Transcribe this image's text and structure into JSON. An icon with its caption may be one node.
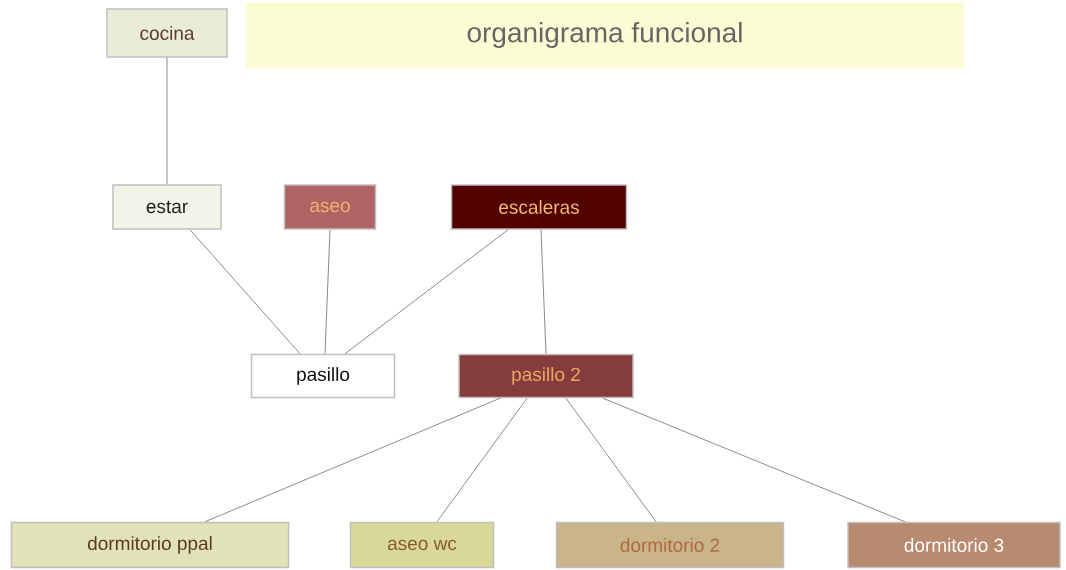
{
  "diagram": {
    "title": "organigrama funcional",
    "nodes": [
      {
        "text": [
          "cocina"
        ]
      },
      {
        "text": [
          "estar"
        ]
      },
      {
        "text": [
          "aseo"
        ]
      },
      {
        "text": [
          "escaleras"
        ]
      },
      {
        "text": [
          "pasillo"
        ]
      },
      {
        "text": [
          "pasillo 2"
        ]
      },
      {
        "text": [
          "dormitorio ppal"
        ]
      },
      {
        "text": [
          "aseo wc"
        ]
      },
      {
        "text": [
          "dormitorio 2"
        ]
      },
      {
        "text": [
          "dormitorio 3"
        ]
      }
    ],
    "edges": [
      {
        "from": 0,
        "to": 1,
        "arrow": "none"
      },
      {
        "from": 1,
        "to": 4,
        "arrow": "none"
      },
      {
        "from": 2,
        "to": 4,
        "arrow": "none"
      },
      {
        "from": 3,
        "to": 4,
        "arrow": "none"
      },
      {
        "from": 3,
        "to": 5,
        "arrow": "none"
      },
      {
        "from": 5,
        "to": 6,
        "arrow": "none"
      },
      {
        "from": 5,
        "to": 7,
        "arrow": "none"
      },
      {
        "from": 5,
        "to": 8,
        "arrow": "none"
      },
      {
        "from": 5,
        "to": 9,
        "arrow": "none"
      }
    ]
  }
}
